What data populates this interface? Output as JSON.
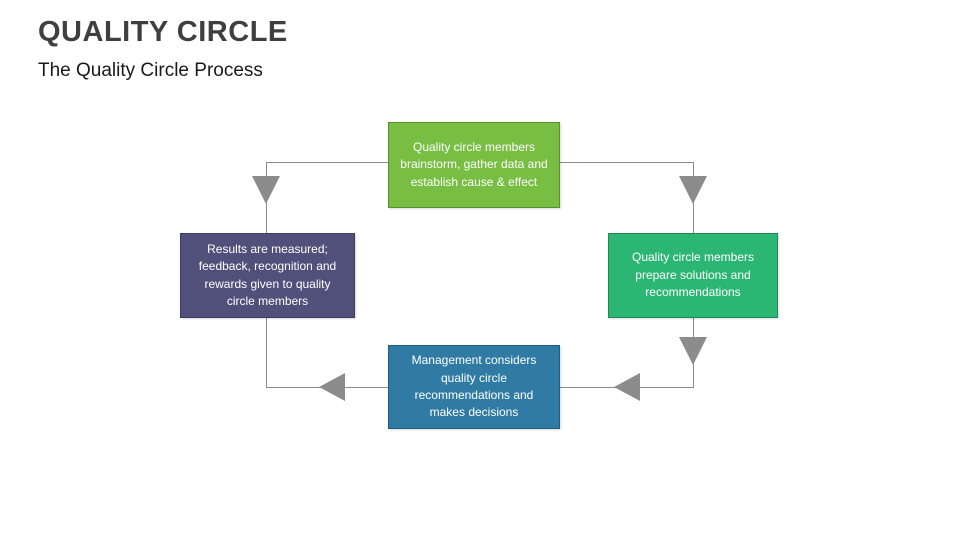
{
  "slide": {
    "title": "QUALITY CIRCLE",
    "subtitle": "The Quality Circle Process"
  },
  "diagram": {
    "connector_color": "#8C8C8C",
    "nodes": {
      "brainstorm": {
        "text": "Quality circle members brainstorm, gather data and establish cause & effect",
        "color": "#77BE43"
      },
      "solutions": {
        "text": "Quality circle members prepare solutions and recommendations",
        "color": "#2BB673"
      },
      "management": {
        "text": "Management considers quality circle recommendations and makes decisions",
        "color": "#2F7BA4"
      },
      "results": {
        "text": "Results are measured; feedback, recognition and rewards given to quality circle members",
        "color": "#50507A"
      }
    }
  }
}
